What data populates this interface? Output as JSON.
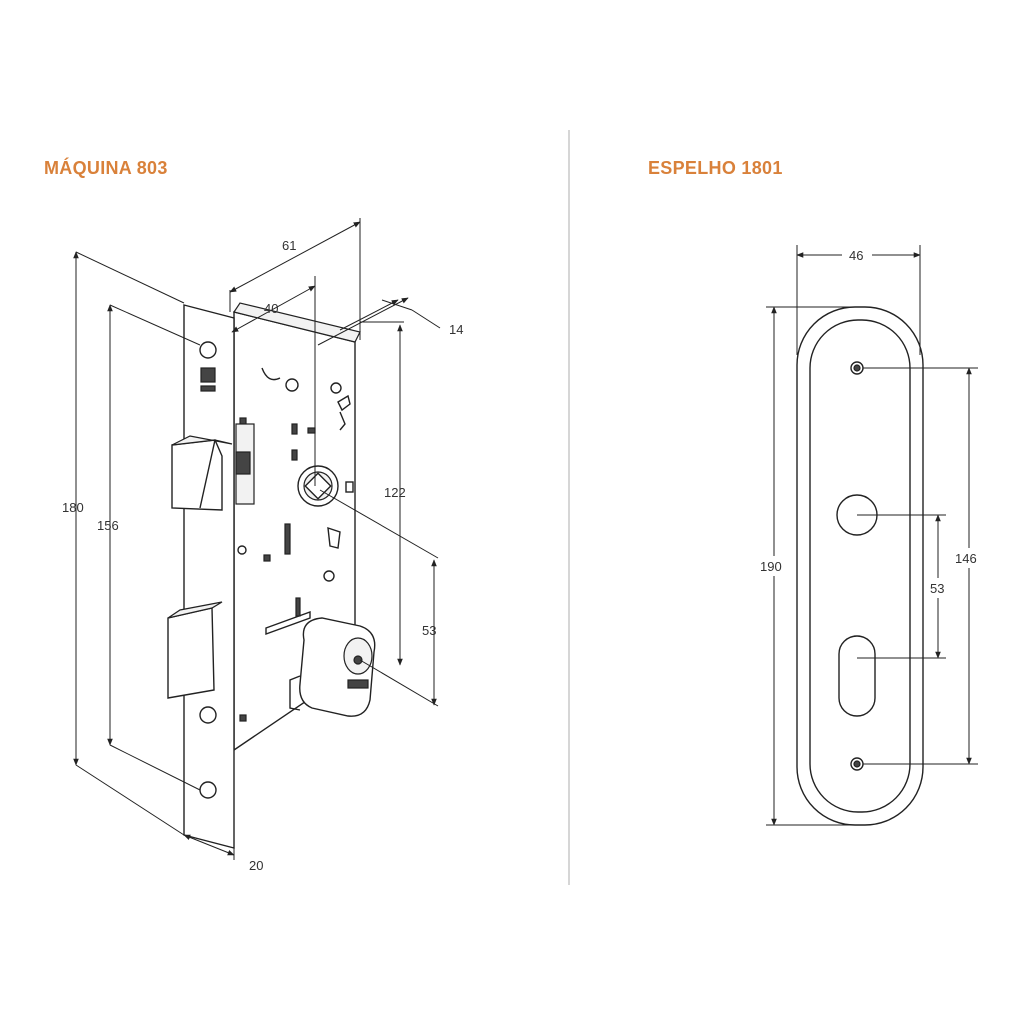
{
  "colors": {
    "title": "#d9813a",
    "line": "#222222",
    "divider": "#c8c8c8"
  },
  "left_drawing": {
    "title": "MÁQUINA 803",
    "dimensions": {
      "width_61": "61",
      "backset_40": "40",
      "thickness_14": "14",
      "height_180": "180",
      "height_156": "156",
      "height_122": "122",
      "distance_53": "53",
      "faceplate_20": "20"
    }
  },
  "right_drawing": {
    "title": "ESPELHO 1801",
    "dimensions": {
      "width_46": "46",
      "height_190": "190",
      "screws_146": "146",
      "distance_53": "53"
    }
  }
}
